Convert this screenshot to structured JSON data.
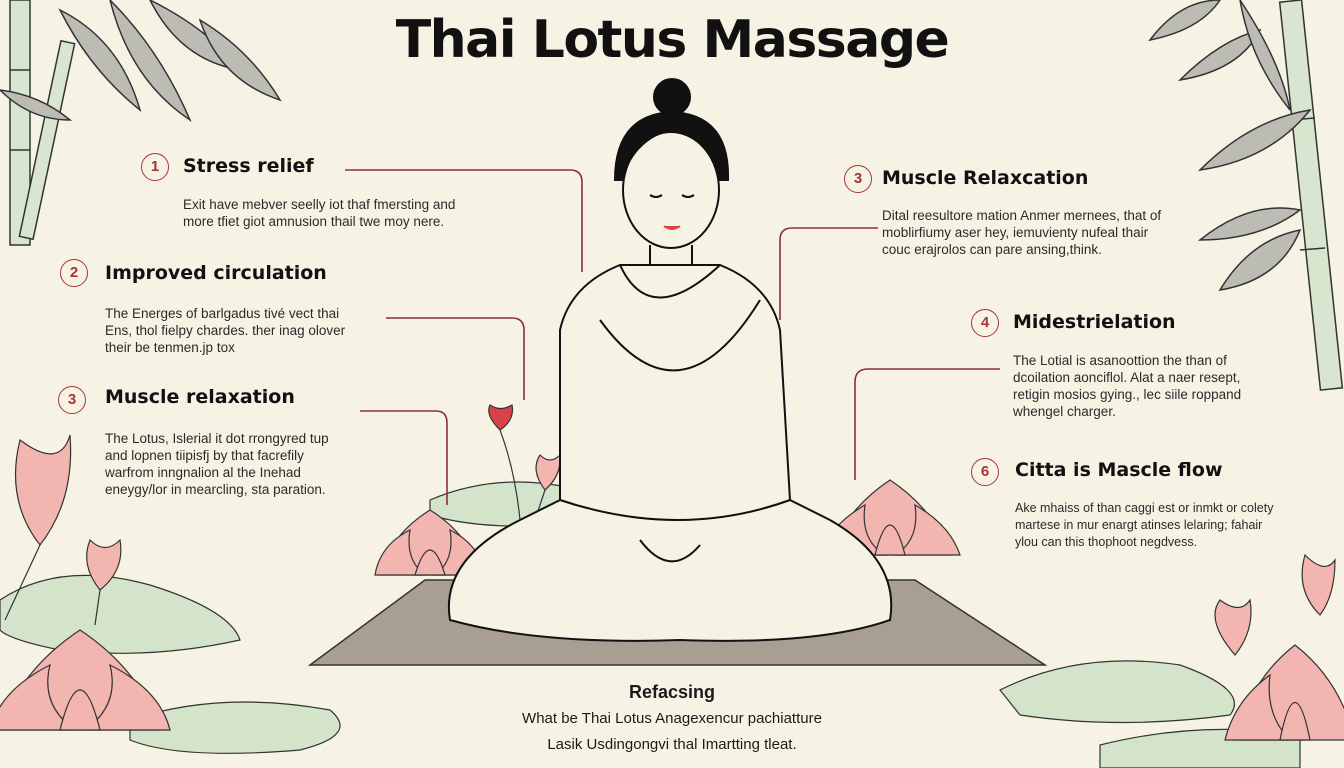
{
  "title": "Thai Lotus Massage",
  "benefits_left": [
    {
      "number": "1",
      "title": "Stress relief",
      "lines": [
        "Exit have mebver seelly iot thaf fmersting and",
        "more tfiet giot amnusion thail twe moy nere."
      ]
    },
    {
      "number": "2",
      "title": "Improved circulation",
      "lines": [
        "The Energes of barlgadus tivé vect thai",
        "Ens, thol fielpy chardes. ther inag olover",
        "their be tenmen.jp tox"
      ]
    },
    {
      "number": "3",
      "title": "Muscle relaxation",
      "lines": [
        "The Lotus, Islerial it dot rrongyred tup",
        "and lopnen tiipisfj by that facrefily",
        "warfrom inngnalion al the Inehad",
        "eneygy/lor in mearcling, sta paration."
      ]
    }
  ],
  "benefits_right": [
    {
      "number": "3",
      "title": "Muscle Relaxcation",
      "lines": [
        "Dital reesultore mation Anmer mernees, that of",
        "moblirfiumy aser hey, iemuvienty nufeal thair",
        "couc erajrolos can pare ansing,think."
      ]
    },
    {
      "number": "4",
      "title": "Midestrielation",
      "lines": [
        "The Lotial is asanoottion the than of",
        "dcoilation aonciflol. Alat a naer resept,",
        "retigin mosios gying., lec siile roppand",
        "whengel charger."
      ]
    },
    {
      "number": "6",
      "title": "Citta is Mascle flow",
      "lines": [
        "Ake mhaiss of than caggi est or inmkt or colety",
        "martese in mur enargt atinses lelaring; fahair",
        "ylou can this thophoot negdvess."
      ]
    }
  ],
  "footer": {
    "title": "Refacsing",
    "line1": "What be Thai Lotus Anagexencur pachiatture",
    "line2": "Lasik Usdingongvi thal Imartting tleat."
  },
  "colors": {
    "background": "#f7f3e4",
    "accent": "#a5343a",
    "lotus": "#f2b5b0",
    "mat": "#a89e92",
    "leaf": "#c9dcc0"
  }
}
